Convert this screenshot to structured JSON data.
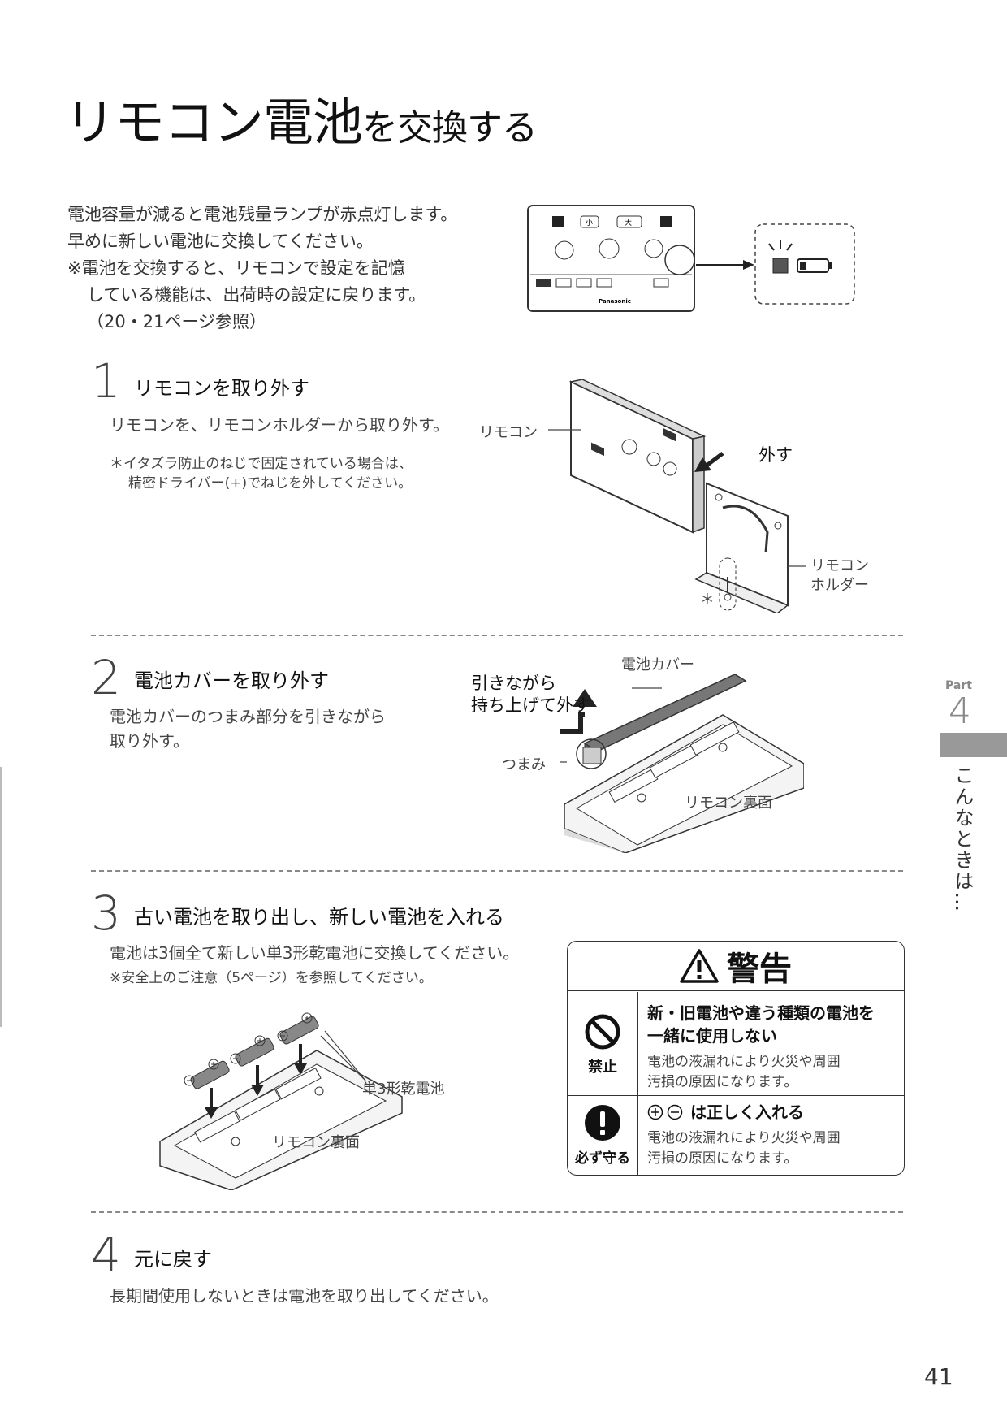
{
  "title": {
    "main": "リモコン電池",
    "sub": "を交換する"
  },
  "intro": {
    "line1": "電池容量が減ると電池残量ランプが赤点灯します。",
    "line2": "早めに新しい電池に交換してください。",
    "line3": "※電池を交換すると、リモコンで設定を記憶",
    "line4": "している機能は、出荷時の設定に戻ります。",
    "line5": "（20・21ページ参照）"
  },
  "step1": {
    "num": "1",
    "heading": "リモコンを取り外す",
    "body": "リモコンを、リモコンホルダーから取り外す。",
    "note1": "＊イタズラ防止のねじで固定されている場合は、",
    "note2": "精密ドライバー(+)でねじを外してください。",
    "label_remote": "リモコン",
    "label_remove": "外す",
    "label_holder1": "リモコン",
    "label_holder2": "ホルダー",
    "asterisk": "＊"
  },
  "step2": {
    "num": "2",
    "heading": "電池カバーを取り外す",
    "body1": "電池カバーのつまみ部分を引きながら",
    "body2": "取り外す。",
    "label_cover": "電池カバー",
    "label_pull1": "引きながら",
    "label_pull2": "持ち上げて外す",
    "label_knob": "つまみ",
    "label_back": "リモコン裏面"
  },
  "step3": {
    "num": "3",
    "heading": "古い電池を取り出し、新しい電池を入れる",
    "body": "電池は3個全て新しい単3形乾電池に交換してください。",
    "note": "※安全上のご注意（5ページ）を参照してください。",
    "label_battery": "単3形乾電池",
    "label_back": "リモコン裏面"
  },
  "warning": {
    "title": "警告",
    "row1": {
      "icon_label": "禁止",
      "head1": "新・旧電池や違う種類の電池を",
      "head2": "一緒に使用しない",
      "text1": "電池の液漏れにより火災や周囲",
      "text2": "汚損の原因になります。"
    },
    "row2": {
      "icon_label": "必ず守る",
      "head": "は正しく入れる",
      "text1": "電池の液漏れにより火災や周囲",
      "text2": "汚損の原因になります。"
    }
  },
  "step4": {
    "num": "4",
    "heading": "元に戻す",
    "body": "長期間使用しないときは電池を取り出してください。"
  },
  "side": {
    "part_label": "Part",
    "part_num": "4",
    "section": "こんなときは…"
  },
  "page_number": "41",
  "remote_panel": {
    "brand": "Panasonic",
    "small": "小",
    "large": "大"
  }
}
